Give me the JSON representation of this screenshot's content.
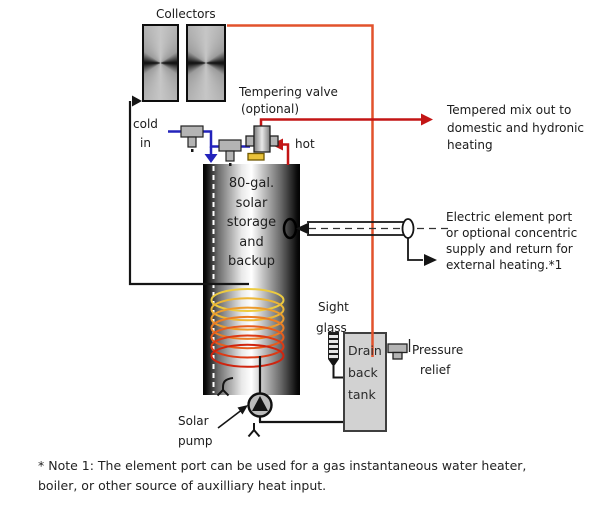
{
  "labels": {
    "collectors": "Collectors",
    "cold_in": [
      "cold",
      "in"
    ],
    "tempering_valve": [
      "Tempering valve",
      "(optional)"
    ],
    "hot": "hot",
    "storage_tank": [
      "80-gal.",
      "solar",
      "storage",
      "and",
      "backup"
    ],
    "tempered_mix": [
      "Tempered mix out to",
      "domestic and hydronic",
      "heating"
    ],
    "element_port": [
      "Electric element port",
      "or optional concentric",
      "supply and return for",
      "external heating.*1"
    ],
    "sight_glass": [
      "Sight",
      "glass"
    ],
    "drain_back_tank": [
      "Drain",
      "back",
      "tank"
    ],
    "pressure_relief": [
      "Pressure",
      "relief"
    ],
    "solar_pump": [
      "Solar",
      "pump"
    ],
    "note": [
      "* Note 1: The element port can be used for  a gas instantaneous water heater,",
      "boiler, or other source of auxilliary heat input."
    ]
  },
  "colors": {
    "cold_line": "#2323bb",
    "hot_line": "#c31515",
    "loop_line": "#e2522c",
    "valve_cap": "#e9c23b",
    "fitting": "#b4b4b4",
    "coil": [
      "#eccb40",
      "#ecb736",
      "#ec9c2d",
      "#ea7d25",
      "#e65c1d",
      "#dc3a15",
      "#cf240f"
    ]
  }
}
